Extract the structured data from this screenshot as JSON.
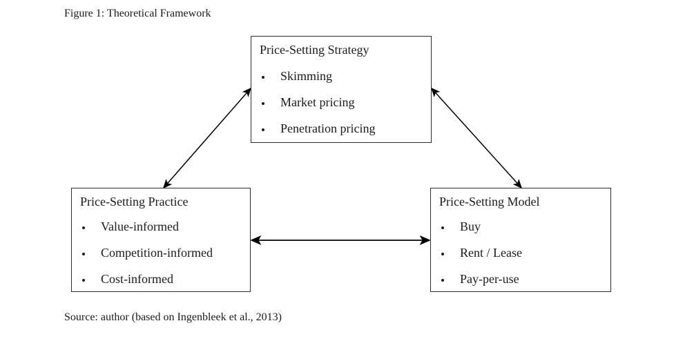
{
  "figure": {
    "caption": "Figure 1: Theoretical Framework",
    "source": "Source: author (based on Ingenbleek et al., 2013)"
  },
  "colors": {
    "background": "#ffffff",
    "border": "#2b2b2b",
    "text": "#1a1a1a",
    "arrow": "#000000"
  },
  "boxes": {
    "strategy": {
      "title": "Price-Setting Strategy",
      "items": [
        "Skimming",
        "Market pricing",
        "Penetration pricing"
      ]
    },
    "practice": {
      "title": "Price-Setting Practice",
      "items": [
        "Value-informed",
        "Competition-informed",
        "Cost-informed"
      ]
    },
    "model": {
      "title": "Price-Setting Model",
      "items": [
        "Buy",
        "Rent / Lease",
        "Pay-per-use"
      ]
    }
  },
  "arrows": [
    {
      "name": "strategy-practice",
      "from": "Price-Setting Strategy",
      "to": "Price-Setting Practice",
      "style": "double-headed"
    },
    {
      "name": "strategy-model",
      "from": "Price-Setting Strategy",
      "to": "Price-Setting Model",
      "style": "double-headed"
    },
    {
      "name": "practice-model",
      "from": "Price-Setting Practice",
      "to": "Price-Setting Model",
      "style": "double-headed"
    }
  ]
}
